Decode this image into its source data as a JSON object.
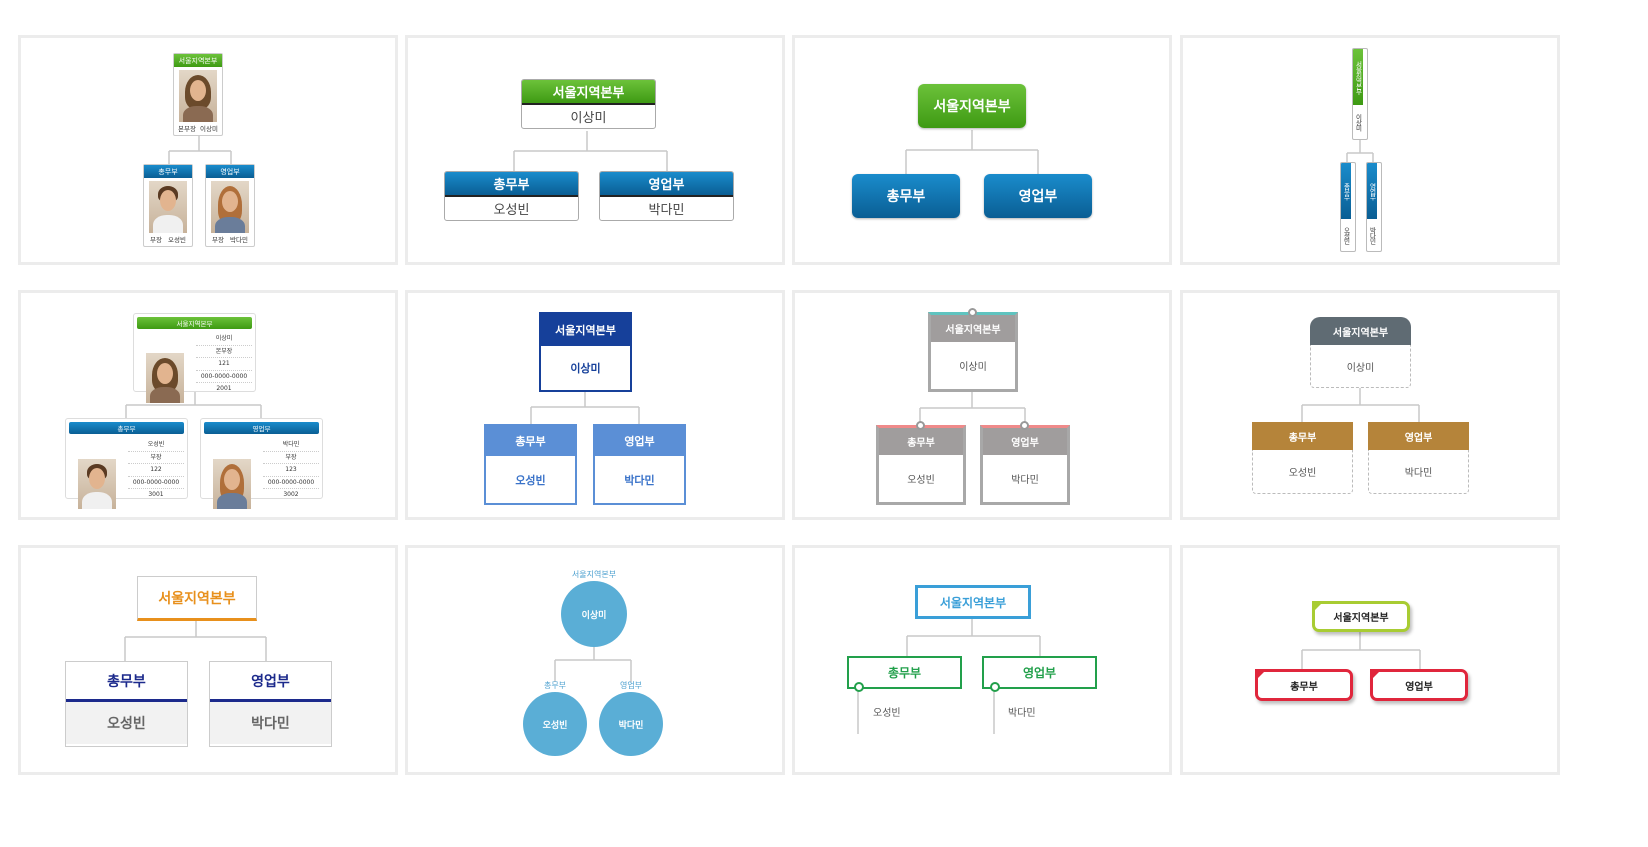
{
  "org": {
    "top": "서울지역본부",
    "head": "이상미",
    "head_title": "본부장",
    "dept1": "총무부",
    "dept2": "영업부",
    "dept1_person": "오성빈",
    "dept2_person": "박다민",
    "dept_title": "부장"
  },
  "detail": {
    "head_title": "본부장",
    "head_ext": "121",
    "head_phone": "000-0000-0000",
    "head_no": "2001",
    "dept1_title": "부장",
    "dept1_ext": "122",
    "dept1_phone": "000-0000-0000",
    "dept1_no": "3001",
    "dept2_title": "부장",
    "dept2_ext": "123",
    "dept2_phone": "000-0000-0000",
    "dept2_no": "3002"
  },
  "colors": {
    "green": "#4caf1f",
    "blue": "#0f76b4",
    "navy": "#16409a",
    "light_blue": "#5b8fd6",
    "gray": "#9e9e9e",
    "slate": "#5f6b73",
    "brown": "#b5843a",
    "orange": "#e8901c",
    "circle_blue": "#5aaed6",
    "sky": "#3a9fd8",
    "green2": "#22a04b",
    "lime": "#a8cc33",
    "red": "#e0263c"
  }
}
